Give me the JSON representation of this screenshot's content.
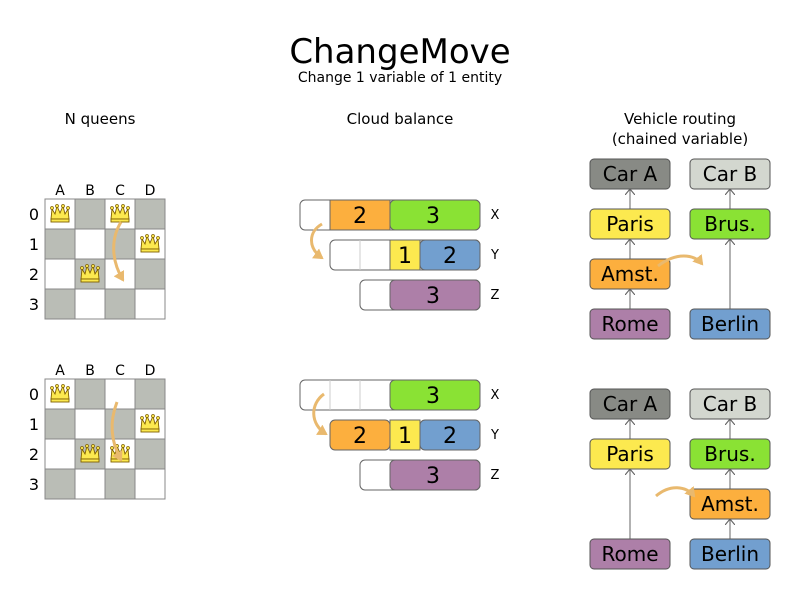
{
  "title": "ChangeMove",
  "subtitle": "Change 1 variable of 1 entity",
  "sections": {
    "nqueens": "N queens",
    "cloud": "Cloud balance",
    "vehicle_line1": "Vehicle routing",
    "vehicle_line2": "(chained variable)"
  },
  "board": {
    "columns": [
      "A",
      "B",
      "C",
      "D"
    ],
    "rows": [
      "0",
      "1",
      "2",
      "3"
    ],
    "before_queens": [
      {
        "col": "A",
        "row": "0"
      },
      {
        "col": "C",
        "row": "0"
      },
      {
        "col": "D",
        "row": "1"
      },
      {
        "col": "B",
        "row": "2"
      }
    ],
    "after_queens": [
      {
        "col": "A",
        "row": "0"
      },
      {
        "col": "D",
        "row": "1"
      },
      {
        "col": "B",
        "row": "2"
      },
      {
        "col": "C",
        "row": "2"
      }
    ]
  },
  "cloud": {
    "before": {
      "X": [
        "2",
        "3"
      ],
      "Y": [
        "1",
        "2"
      ],
      "Z": [
        "3"
      ]
    },
    "after": {
      "X": [
        "3"
      ],
      "Y": [
        "2",
        "1",
        "2"
      ],
      "Z": [
        "3"
      ]
    },
    "computer_labels": [
      "X",
      "Y",
      "Z"
    ]
  },
  "routing": {
    "car_a": "Car A",
    "car_b": "Car B",
    "paris": "Paris",
    "brussels": "Brus.",
    "amsterdam": "Amst.",
    "rome": "Rome",
    "berlin": "Berlin"
  },
  "colors": {
    "gray": "#9e9e9e",
    "light_gray": "#d3d7cf",
    "yellow": "#fce94f",
    "green": "#8ae234",
    "orange": "#fcaf3e",
    "purple": "#ad7fa8",
    "blue": "#729fcf",
    "arrow": "#e9b96e",
    "board_dark": "#babdb6"
  }
}
